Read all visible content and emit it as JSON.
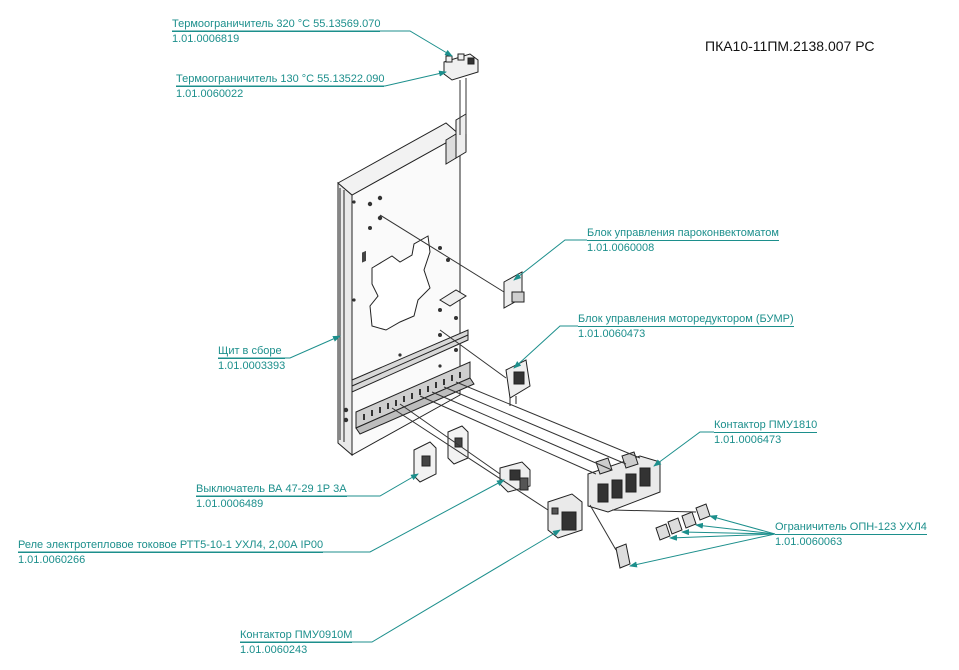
{
  "title": "ПКА10-11ПМ.2138.007 РС",
  "colors": {
    "annotation": "#1c8f8c",
    "drawing": "#222222",
    "background": "#ffffff"
  },
  "callouts": [
    {
      "name": "Термоограничитель 320 °С  55.13569.070",
      "code": "1.01.0006819"
    },
    {
      "name": "Термоограничитель 130 °С 55.13522.090",
      "code": "1.01.0060022"
    },
    {
      "name": "Блок управления пароконвектоматом",
      "code": "1.01.0060008"
    },
    {
      "name": "Блок управления моторедуктором (БУМР)",
      "code": "1.01.0060473"
    },
    {
      "name": "Щит в сборе",
      "code": "1.01.0003393"
    },
    {
      "name": "Контактор ПМУ1810",
      "code": "1.01.0006473"
    },
    {
      "name": "Выключатель ВА 47-29 1Р 3А",
      "code": "1.01.0006489"
    },
    {
      "name": "Реле электротепловое токовое РТТ5-10-1 УХЛ4, 2,00А IP00",
      "code": "1.01.0060266"
    },
    {
      "name": "Ограничитель ОПН-123 УХЛ4",
      "code": "1.01.0060063"
    },
    {
      "name": "Контактор ПМУ0910М",
      "code": "1.01.0060243"
    }
  ]
}
